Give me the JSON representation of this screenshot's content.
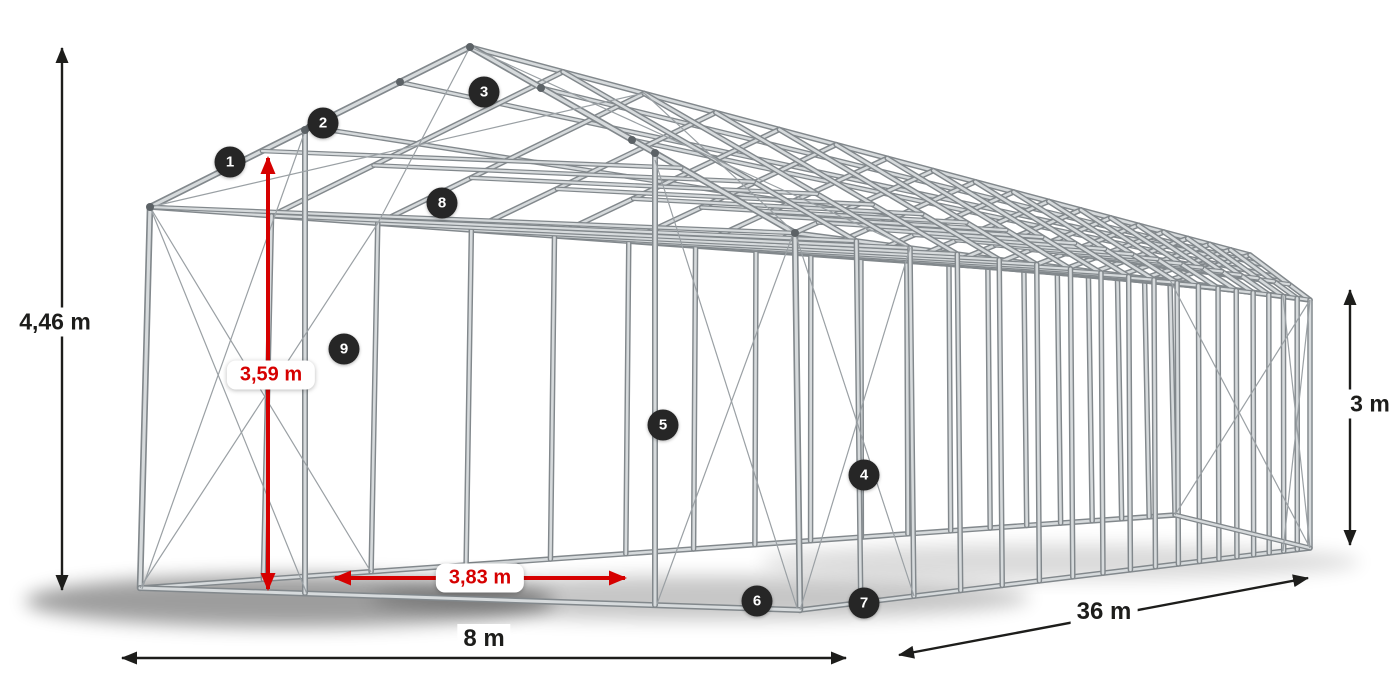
{
  "labels": {
    "total_height": "4,46 m",
    "side_height": "3 m",
    "width": "8 m",
    "length": "36 m",
    "clear_height": "3,59 m",
    "clear_width": "3,83 m"
  },
  "callouts": [
    "1",
    "2",
    "3",
    "4",
    "5",
    "6",
    "7",
    "8",
    "9"
  ],
  "colors": {
    "accent_red": "#d60000",
    "dimension_text": "#1d1d1b",
    "badge_bg": "#262626",
    "frame_dark": "#82888c",
    "frame_light": "#d6dadc",
    "brace": "#9aa0a4"
  }
}
